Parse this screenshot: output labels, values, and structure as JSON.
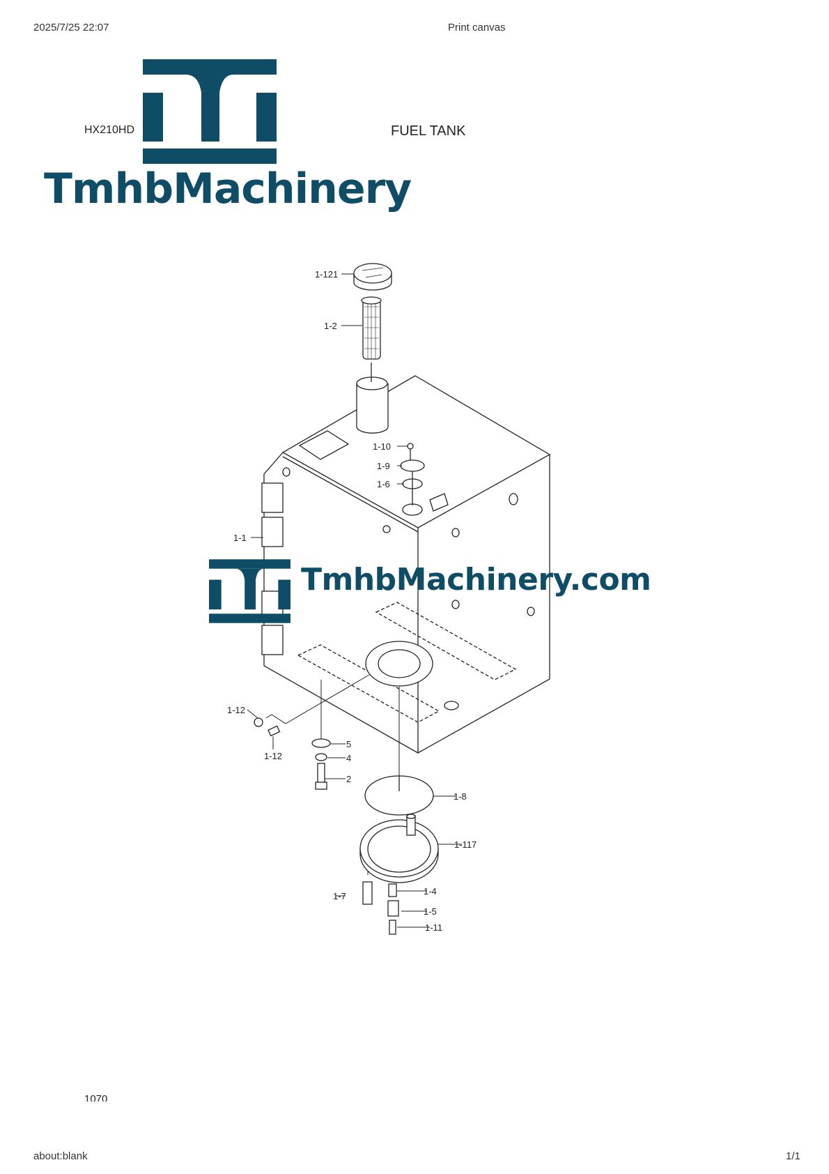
{
  "browser_header": {
    "timestamp": "2025/7/25 22:07",
    "title": "Print canvas"
  },
  "document": {
    "model": "HX210HD",
    "section_title": "FUEL TANK",
    "page_number": "1070"
  },
  "branding": {
    "logo_text": "TmhbMachinery",
    "watermark_text": "TmhbMachinery.com",
    "brand_color": "#0f4c66"
  },
  "callouts": [
    "1-121",
    "1-2",
    "1-10",
    "1-9",
    "1-6",
    "1-1",
    "1-12",
    "1-12",
    "5",
    "4",
    "2",
    "1-8",
    "1-117",
    "1-7",
    "1-4",
    "1-5",
    "1-11"
  ],
  "browser_footer": {
    "url": "about:blank",
    "page_count": "1/1"
  }
}
